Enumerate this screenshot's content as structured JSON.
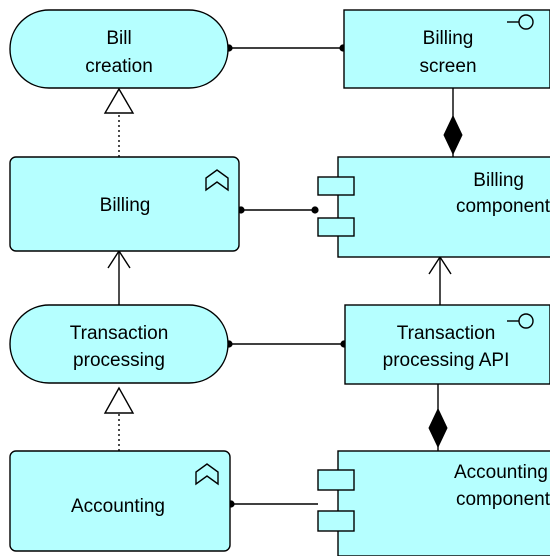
{
  "diagram": {
    "nodes": {
      "bill_creation": {
        "line1": "Bill",
        "line2": "creation",
        "kind": "business-service"
      },
      "billing_screen": {
        "line1": "Billing",
        "line2": "screen",
        "kind": "application-interface"
      },
      "billing": {
        "label": "Billing",
        "kind": "business-function"
      },
      "billing_component": {
        "line1": "Billing",
        "line2": "component",
        "kind": "application-component"
      },
      "transaction_processing": {
        "line1": "Transaction",
        "line2": "processing",
        "kind": "business-service"
      },
      "transaction_api": {
        "line1": "Transaction",
        "line2": "processing API",
        "kind": "application-interface"
      },
      "accounting": {
        "label": "Accounting",
        "kind": "business-function"
      },
      "accounting_component": {
        "line1": "Accounting",
        "line2": "component",
        "kind": "application-component"
      }
    },
    "colors": {
      "node_fill": "#b5ffff",
      "stroke": "#000000"
    }
  }
}
